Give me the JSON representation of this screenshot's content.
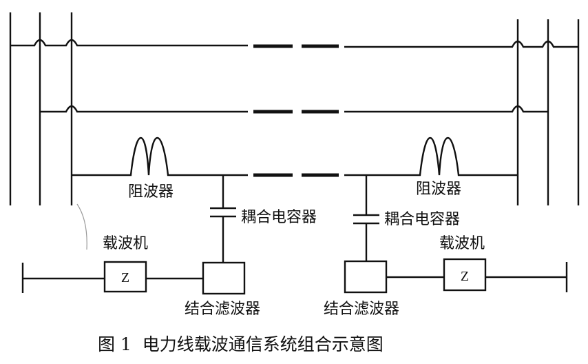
{
  "labels": {
    "wave_trap_left": "阻波器",
    "wave_trap_right": "阻波器",
    "coupling_cap_left": "耦合电容器",
    "coupling_cap_right": "耦合电容器",
    "carrier_left": "载波机",
    "carrier_right": "载波机",
    "carrier_box_left": "Z",
    "carrier_box_right": "Z",
    "filter_left": "结合滤波器",
    "filter_right": "结合滤波器"
  },
  "caption": "图 1  电力线载波通信系统组合示意图",
  "colors": {
    "line": "#111111",
    "background": "#ffffff"
  }
}
